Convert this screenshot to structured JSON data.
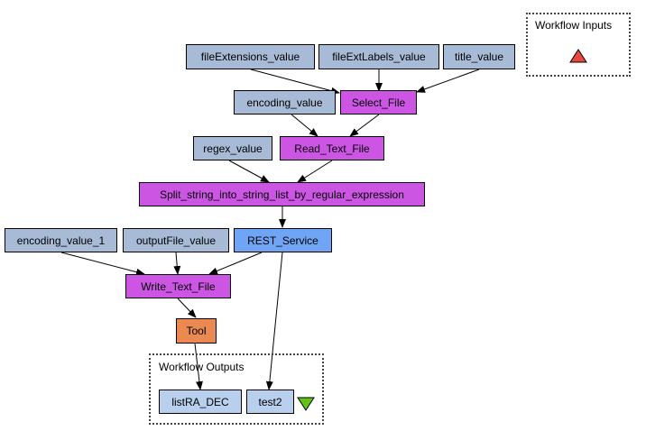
{
  "groups": {
    "inputs_label": "Workflow Inputs",
    "outputs_label": "Workflow Outputs"
  },
  "nodes": {
    "fileExtensions_value": "fileExtensions_value",
    "fileExtLabels_value": "fileExtLabels_value",
    "title_value": "title_value",
    "encoding_value": "encoding_value",
    "select_file": "Select_File",
    "regex_value": "regex_value",
    "read_text_file": "Read_Text_File",
    "split": "Split_string_into_string_list_by_regular_expression",
    "encoding_value_1": "encoding_value_1",
    "outputFile_value": "outputFile_value",
    "rest_service": "REST_Service",
    "write_text_file": "Write_Text_File",
    "tool": "Tool",
    "listRA_DEC": "listRA_DEC",
    "test2": "test2"
  },
  "colors": {
    "constant": "#a7bbd7",
    "processor": "#cc55e4",
    "rest": "#6fa5f4",
    "tool": "#ea8a52",
    "output": "#b8cfee",
    "input_triangle": "#e8493f",
    "output_triangle": "#5fc413"
  }
}
